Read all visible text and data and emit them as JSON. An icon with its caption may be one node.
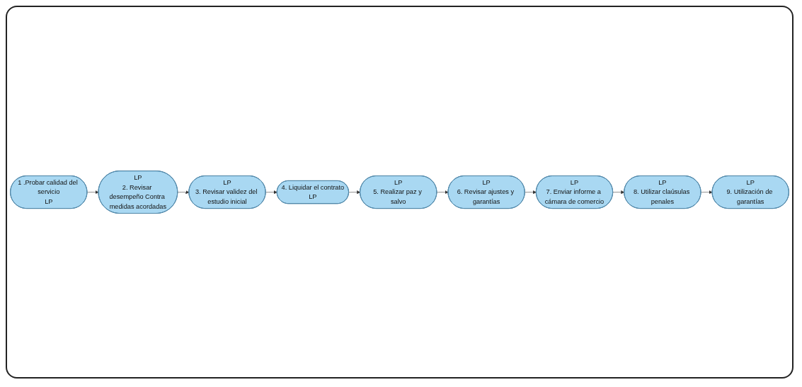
{
  "diagram": {
    "nodes": [
      {
        "text": [
          "1 .Probar calidad del servicio",
          "LP"
        ]
      },
      {
        "text": [
          "LP",
          "2. Revisar desempeño Contra medidas acordadas"
        ]
      },
      {
        "text": [
          "LP",
          "3. Revisar validez del estudio inicial"
        ]
      },
      {
        "text": [
          "4. Liquidar el contrato",
          "LP"
        ]
      },
      {
        "text": [
          "LP",
          "5. Realizar paz y salvo"
        ]
      },
      {
        "text": [
          "LP",
          "6. Revisar ajustes y garantías"
        ]
      },
      {
        "text": [
          "LP",
          "7. Enviar informe a cámara de comercio"
        ]
      },
      {
        "text": [
          "LP",
          "8. Utilizar claúsulas penales"
        ]
      },
      {
        "text": [
          "LP",
          "9. Utilización de garantías"
        ]
      }
    ],
    "edges": [
      {
        "from": 0,
        "to": 1,
        "arrow": "to"
      },
      {
        "from": 1,
        "to": 2,
        "arrow": "to"
      },
      {
        "from": 2,
        "to": 3,
        "arrow": "to"
      },
      {
        "from": 3,
        "to": 4,
        "arrow": "to"
      },
      {
        "from": 4,
        "to": 5,
        "arrow": "to"
      },
      {
        "from": 5,
        "to": 6,
        "arrow": "to"
      },
      {
        "from": 6,
        "to": 7,
        "arrow": "to"
      },
      {
        "from": 7,
        "to": 8,
        "arrow": "to"
      }
    ]
  }
}
